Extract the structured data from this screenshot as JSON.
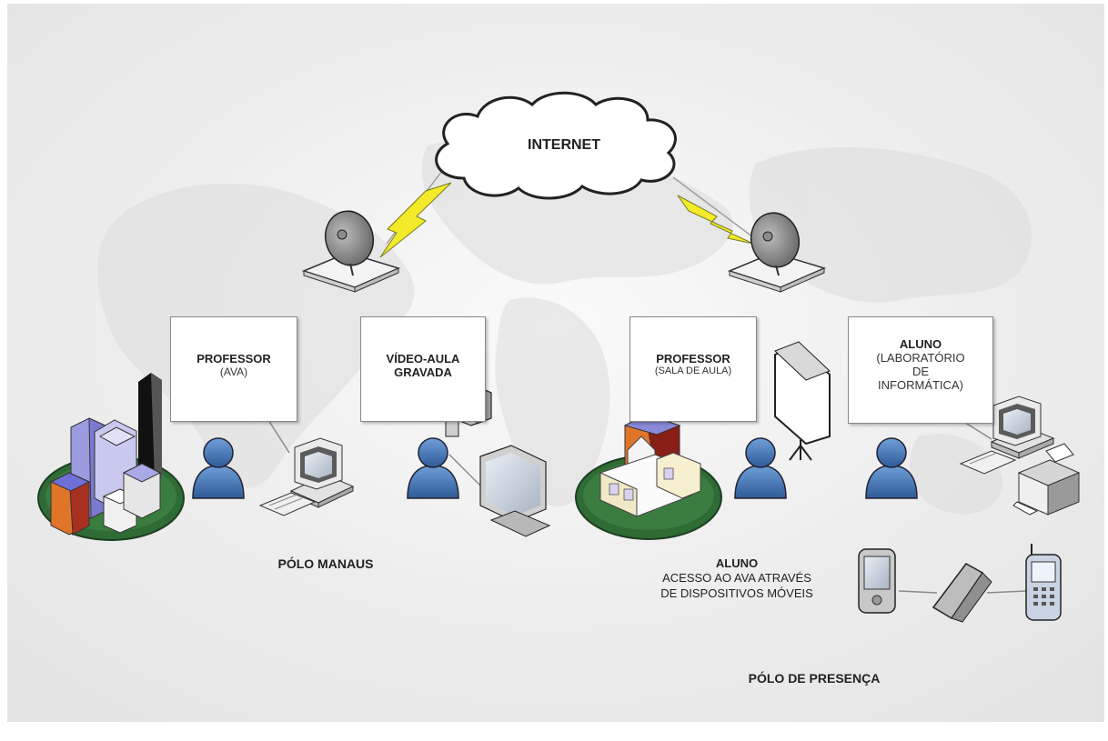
{
  "diagram": {
    "cloud_label": "INTERNET",
    "boxes": {
      "professor_ava": {
        "title": "PROFESSOR",
        "subtitle": "(AVA)"
      },
      "video_aula": {
        "title": "VÍDEO-AULA",
        "title2": "GRAVADA"
      },
      "professor_sala": {
        "title": "PROFESSOR",
        "subtitle": "(SALA DE AULA)"
      },
      "aluno_lab": {
        "title": "ALUNO",
        "line2": "(LABORATÓRIO",
        "line3": "DE",
        "line4": "INFORMÁTICA)"
      }
    },
    "polo_manaus": "PÓLO MANAUS",
    "polo_presenca": "PÓLO DE PRESENÇA",
    "aluno_movel": {
      "title": "ALUNO",
      "line2": "ACESSO AO AVA ATRAVÉS",
      "line3": "DE DISPOSITIVOS MÓVEIS"
    }
  },
  "colors": {
    "background": "#ececec",
    "cloud_fill": "#ffffff",
    "lightning": "#f3ea2a",
    "person": "#3f6fb0",
    "ground_green": "#2f6b35"
  }
}
